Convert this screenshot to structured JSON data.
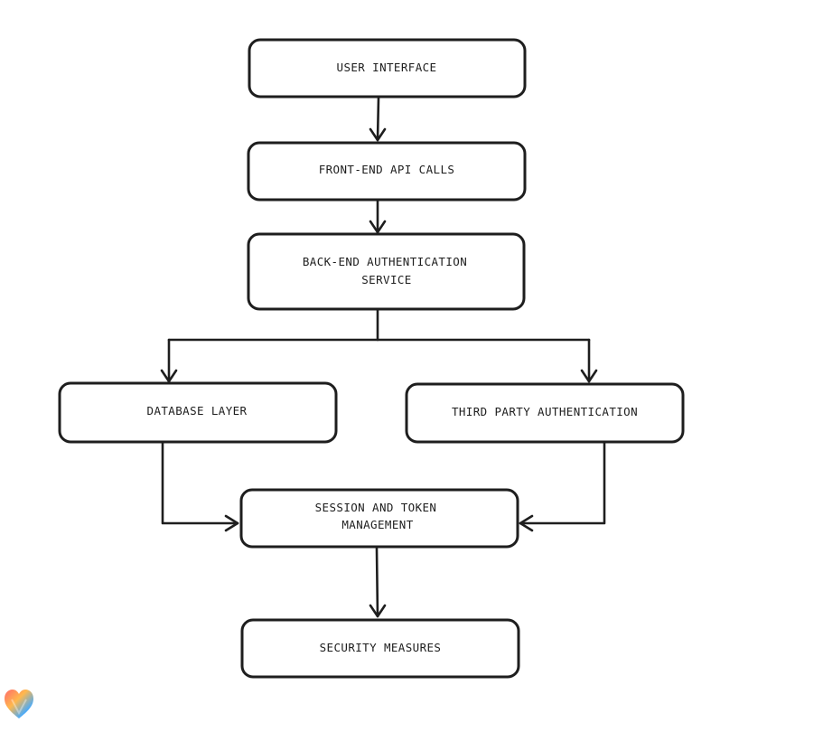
{
  "diagram": {
    "nodes": {
      "user_interface": "USER INTERFACE",
      "front_end_api_calls": "FRONT-END API CALLS",
      "back_end_auth_line1": "BACK-END AUTHENTICATION",
      "back_end_auth_line2": "SERVICE",
      "database_layer": "DATABASE LAYER",
      "third_party_auth": "THIRD PARTY AUTHENTICATION",
      "session_token_line1": "SESSION AND TOKEN",
      "session_token_line2": "MANAGEMENT",
      "security_measures": "SECURITY MEASURES"
    },
    "edges": [
      {
        "from": "USER INTERFACE",
        "to": "FRONT-END API CALLS"
      },
      {
        "from": "FRONT-END API CALLS",
        "to": "BACK-END AUTHENTICATION SERVICE"
      },
      {
        "from": "BACK-END AUTHENTICATION SERVICE",
        "to": "DATABASE LAYER"
      },
      {
        "from": "BACK-END AUTHENTICATION SERVICE",
        "to": "THIRD PARTY AUTHENTICATION"
      },
      {
        "from": "DATABASE LAYER",
        "to": "SESSION AND TOKEN MANAGEMENT"
      },
      {
        "from": "THIRD PARTY AUTHENTICATION",
        "to": "SESSION AND TOKEN MANAGEMENT"
      },
      {
        "from": "SESSION AND TOKEN MANAGEMENT",
        "to": "SECURITY MEASURES"
      }
    ],
    "stroke_color": "#1e1e1e",
    "fill_color": "#ffffff",
    "logo": {
      "icon": "heart-logo-icon",
      "colors": [
        "#ff6b6b",
        "#ffb84d",
        "#4dabf7",
        "#9775fa"
      ]
    }
  }
}
